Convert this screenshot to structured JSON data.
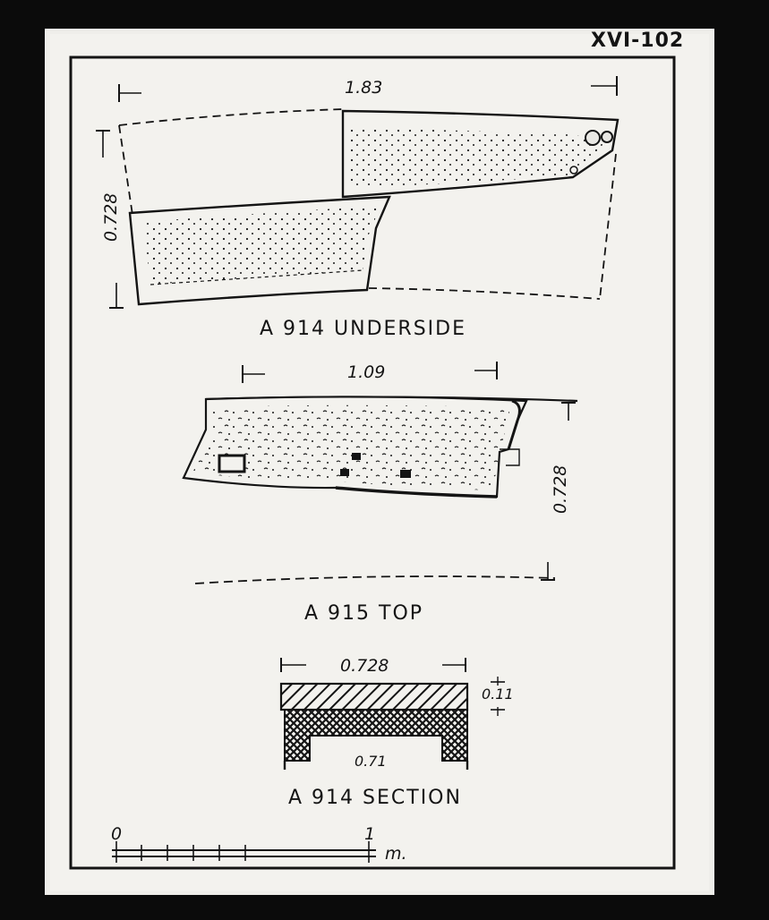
{
  "sheet": {
    "corner_id": "XVI-102"
  },
  "underside": {
    "caption": "A 914 UNDERSIDE",
    "width_label": "1.83",
    "depth_label": "0.728"
  },
  "top": {
    "caption": "A 915 TOP",
    "width_label": "1.09",
    "depth_label": "0.728"
  },
  "section": {
    "caption": "A 914 SECTION",
    "width_label": "0.728",
    "height_label": "0.11",
    "base_label": "0.71"
  },
  "scale_bar": {
    "start_label": "0",
    "end_label": "1",
    "unit_label": "m."
  }
}
